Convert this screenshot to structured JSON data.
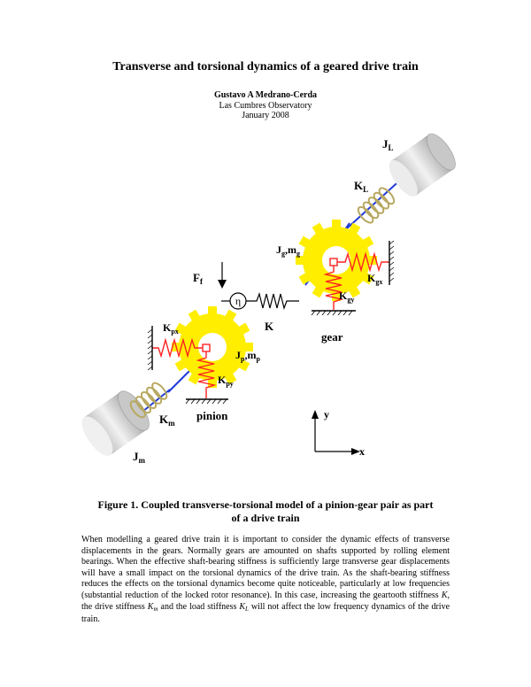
{
  "paper": {
    "title": "Transverse and torsional dynamics of a geared drive train",
    "author": "Gustavo A Medrano-Cerda",
    "affiliation": "Las Cumbres Observatory",
    "date": "January 2008"
  },
  "figure": {
    "labels": {
      "JL_main": "J",
      "JL_sub": "L",
      "KL_main": "K",
      "KL_sub": "L",
      "Jg_main": "J",
      "Jg_sub": "g",
      "Jg_sep": ",",
      "mg_main": "m",
      "mg_sub": "g",
      "Kgx_main": "K",
      "Kgx_sub": "gx",
      "Kgy_main": "K",
      "Kgy_sub": "gy",
      "Ff_main": "F",
      "Ff_sub": "f",
      "eta": "η",
      "K": "K",
      "gear": "gear",
      "Kpx_main": "K",
      "Kpx_sub": "px",
      "Jp_main": "J",
      "Jp_sub": "p",
      "Jp_sep": ",",
      "mp_main": "m",
      "mp_sub": "p",
      "Kpy_main": "K",
      "Kpy_sub": "py",
      "Km_main": "K",
      "Km_sub": "m",
      "pinion": "pinion",
      "Jm_main": "J",
      "Jm_sub": "m",
      "y": "y",
      "x": "x"
    },
    "colors": {
      "gear_yellow": "#ffee00",
      "spring_red": "#ff2222",
      "shaft_blue": "#1f3bd8",
      "inertia_gray": "#d9d9d9",
      "coil_khaki": "#b8a860"
    }
  },
  "caption": {
    "line1": "Figure 1. Coupled transverse-torsional model of a pinion-gear pair as part",
    "line2": "of a drive train"
  },
  "body": {
    "part1": "When modelling a geared drive train it is important to consider the dynamic effects of transverse displacements in the gears. Normally gears are amounted on shafts supported by rolling element bearings. When the effective shaft-bearing stiffness is sufficiently large transverse gear displacements will have a small impact on the torsional dynamics of the drive train. As the shaft-bearing stiffness reduces the effects on the torsional dynamics become quite noticeable, particularly at low frequencies (substantial reduction of the locked rotor resonance). In this case, increasing the geartooth stiffness",
    "sym_K": "K",
    "part2": ", the drive stiffness",
    "sym_Km": "K",
    "sym_Km_sub": "m",
    "part3": "and the load stiffness",
    "sym_KL": "K",
    "sym_KL_sub": "L",
    "part4": "will not affect the low frequency dynamics of the drive train."
  }
}
